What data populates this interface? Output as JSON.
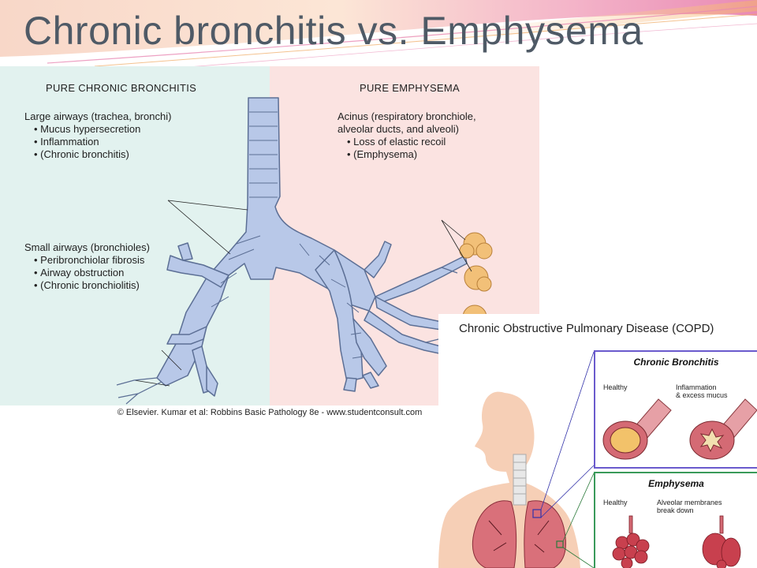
{
  "slide": {
    "title": "Chronic bronchitis vs. Emphysema",
    "accent_colors": {
      "pink": "#e98ab4",
      "orange": "#f6b36b",
      "title": "#4f5a66"
    }
  },
  "diagram": {
    "left_panel": {
      "heading": "PURE CHRONIC BRONCHITIS",
      "background": "#e2f2ef",
      "large_airways": {
        "lead": "Large airways (trachea, bronchi)",
        "bullets": [
          "Mucus hypersecretion",
          "Inflammation",
          "(Chronic bronchitis)"
        ]
      },
      "small_airways": {
        "lead": "Small airways (bronchioles)",
        "bullets": [
          "Peribronchiolar fibrosis",
          "Airway obstruction",
          "(Chronic bronchiolitis)"
        ]
      }
    },
    "right_panel": {
      "heading": "PURE EMPHYSEMA",
      "background": "#fbe3e1",
      "acinus": {
        "lead_line1": "Acinus (respiratory bronchiole,",
        "lead_line2": "alveolar ducts, and alveoli)",
        "bullets": [
          "Loss of elastic recoil",
          "(Emphysema)"
        ]
      }
    },
    "caption": "© Elsevier. Kumar et al: Robbins Basic Pathology 8e - www.studentconsult.com",
    "airway_color": "#b8c8e8",
    "alveoli_color": "#f2c078"
  },
  "copd": {
    "title": "Chronic Obstructive Pulmonary Disease (COPD)",
    "chronic_bronchitis": {
      "title": "Chronic Bronchitis",
      "healthy_label": "Healthy",
      "diseased_label_line1": "Inflammation",
      "diseased_label_line2": "& excess mucus"
    },
    "emphysema": {
      "title": "Emphysema",
      "healthy_label": "Healthy",
      "diseased_label_line1": "Alveolar membranes",
      "diseased_label_line2": "break down"
    },
    "skin_color": "#f6cfb6",
    "lung_color": "#d9707a"
  }
}
